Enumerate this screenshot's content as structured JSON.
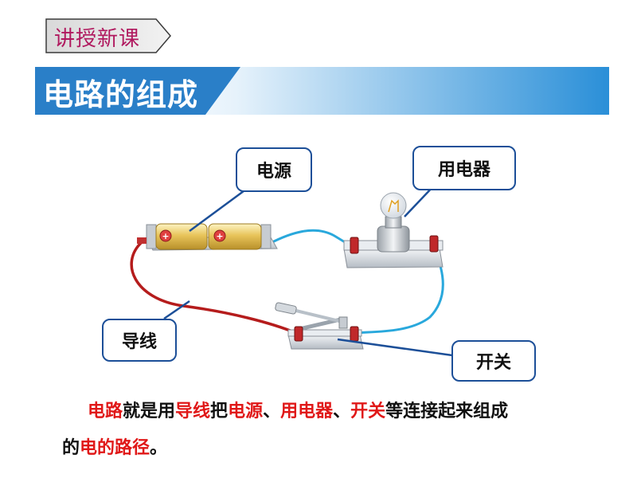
{
  "header": {
    "tag_label": "讲授新课",
    "title": "电路的组成"
  },
  "labels": {
    "power": "电源",
    "device": "用电器",
    "wire": "导线",
    "switch": "开关"
  },
  "paragraph": {
    "s1": "电路",
    "s2": "就是用",
    "s3": "导线",
    "s4": "把",
    "s5": "电源",
    "s6": "、",
    "s7": "用电器",
    "s8": "、",
    "s9": "开关",
    "s10": "等连接起来组成",
    "s11": "的",
    "s12": "电的路径",
    "s13": "。"
  },
  "colors": {
    "accent_blue": "#2a7fc8",
    "tag_text": "#b0185e",
    "highlight": "#e01818",
    "wire_red": "#b51c1c",
    "wire_blue": "#29a8dc"
  }
}
